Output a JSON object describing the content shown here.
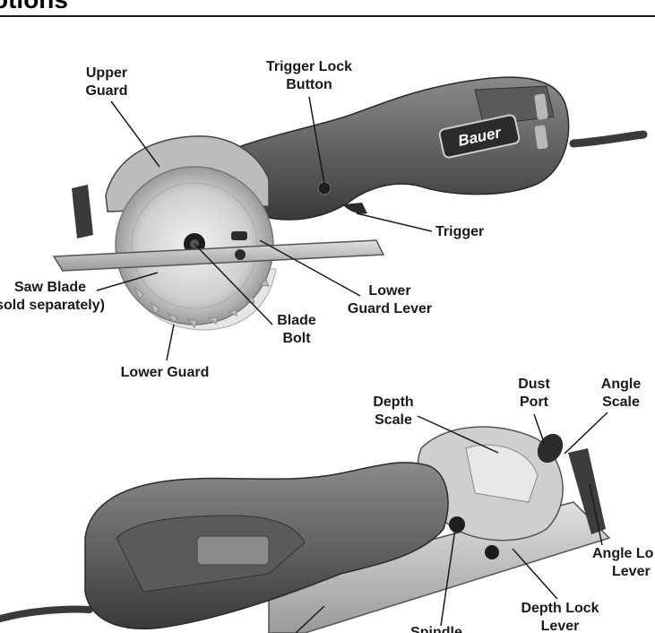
{
  "heading": "otions",
  "brand": "Bauer",
  "labels": {
    "upper_guard": [
      "Upper",
      "Guard"
    ],
    "trigger_lock": [
      "Trigger Lock",
      "Button"
    ],
    "trigger": "Trigger",
    "saw_blade": [
      "Saw Blade",
      "sold separately)"
    ],
    "lower_guard_lever": [
      "Lower",
      "Guard Lever"
    ],
    "blade_bolt": [
      "Blade",
      "Bolt"
    ],
    "lower_guard": "Lower Guard",
    "depth_scale": [
      "Depth",
      "Scale"
    ],
    "dust_port": [
      "Dust",
      "Port"
    ],
    "angle_scale": [
      "Angle",
      "Scale"
    ],
    "angle_lock_lever": [
      "Angle Lo",
      "Lever"
    ],
    "depth_lock_lever": [
      "Depth Lock",
      "Lever"
    ],
    "spindle": "Spindle"
  }
}
